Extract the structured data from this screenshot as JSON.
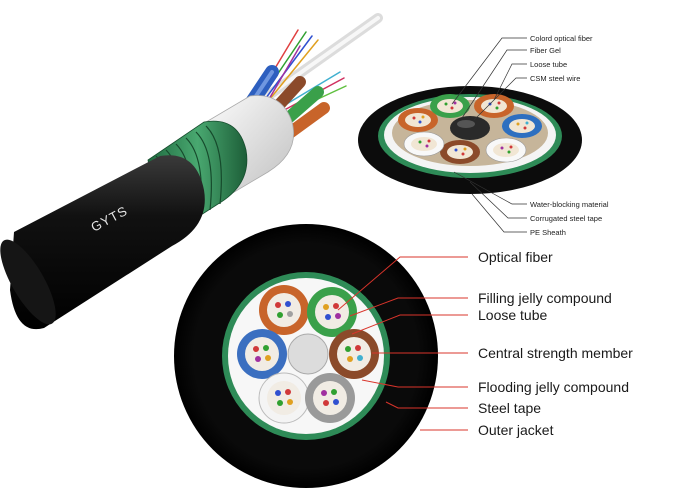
{
  "cable_marking": "GYTS",
  "top_diagram": {
    "labels": [
      "Colord optical fiber",
      "Fiber Gel",
      "Loose tube",
      "CSM steel wire",
      "Water-blocking material",
      "Corrugated steel tape",
      "PE Sheath"
    ]
  },
  "bottom_diagram": {
    "labels": [
      "Optical fiber",
      "Filling jelly compound",
      "Loose tube",
      "Central strength member",
      "Flooding jelly compound",
      "Steel tape",
      "Outer jacket"
    ]
  },
  "colors": {
    "leader_line": "#d9342b",
    "jacket": "#0d0d0d",
    "steel_tape": "#2e8b57",
    "tube_orange": "#c8642a",
    "tube_green": "#3aa04a",
    "tube_brown": "#8b4a2a",
    "tube_blue": "#3b6fc0",
    "tube_white": "#f2f2f2",
    "tube_gray": "#9a9a9a"
  }
}
